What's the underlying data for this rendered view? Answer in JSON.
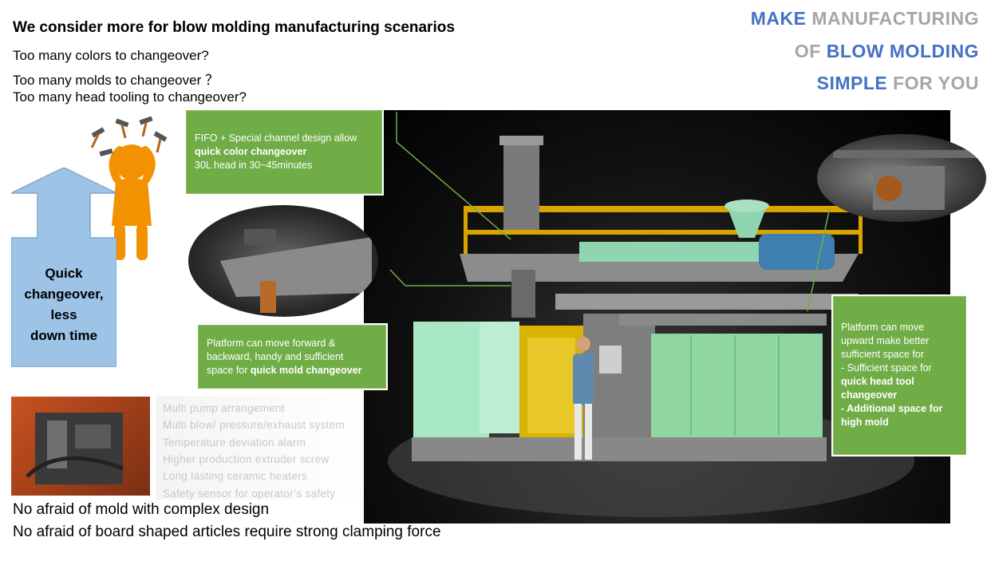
{
  "headline": "We consider more for blow molding manufacturing scenarios",
  "questions": [
    "Too many colors to changeover?",
    "Too many molds to changeover ？",
    "Too many head tooling to changeover?"
  ],
  "tagline": {
    "line1": {
      "blue": "MAKE",
      "gray": "MANUFACTURING"
    },
    "line2": {
      "gray": "OF",
      "blue": "BLOW MOLDING"
    },
    "line3": {
      "blue": "SIMPLE",
      "gray": "FOR YOU"
    },
    "colors": {
      "blue": "#4472c4",
      "gray": "#a6a6a6"
    }
  },
  "arrow": {
    "lines": [
      "Quick",
      "changeover,",
      "less",
      "down time"
    ],
    "fill": "#9dc3e6"
  },
  "callouts": {
    "color_changeover": {
      "line1": "FIFO + Special channel design allow",
      "bold": "quick color changeover",
      "line3": "30L head in 30~45minutes"
    },
    "mold_changeover": {
      "line1": "Platform can move forward &",
      "line2": "backward, handy and sufficient",
      "line3_prefix": "space for ",
      "line3_bold": "quick mold changeover"
    },
    "head_changeover": {
      "line1": "Platform can move",
      "line2": "upward make better",
      "line3": "sufficient space for",
      "line4": "- Sufficient space for",
      "bold1": "quick head tool",
      "bold2": "changeover",
      "bold3": "- Additional space for",
      "bold4": "high mold"
    },
    "fill": "#70ad47"
  },
  "features": [
    "Multi pump  arrangement",
    "Multi blow/ pressure/exhaust system",
    "Temperature deviation alarm",
    "Higher production  extruder screw",
    "Long lasting ceramic heaters",
    "Safety sensor for operator’s safety"
  ],
  "bottom_lines": [
    "No afraid of mold with complex design",
    "No afraid of board shaped articles require strong clamping force"
  ]
}
